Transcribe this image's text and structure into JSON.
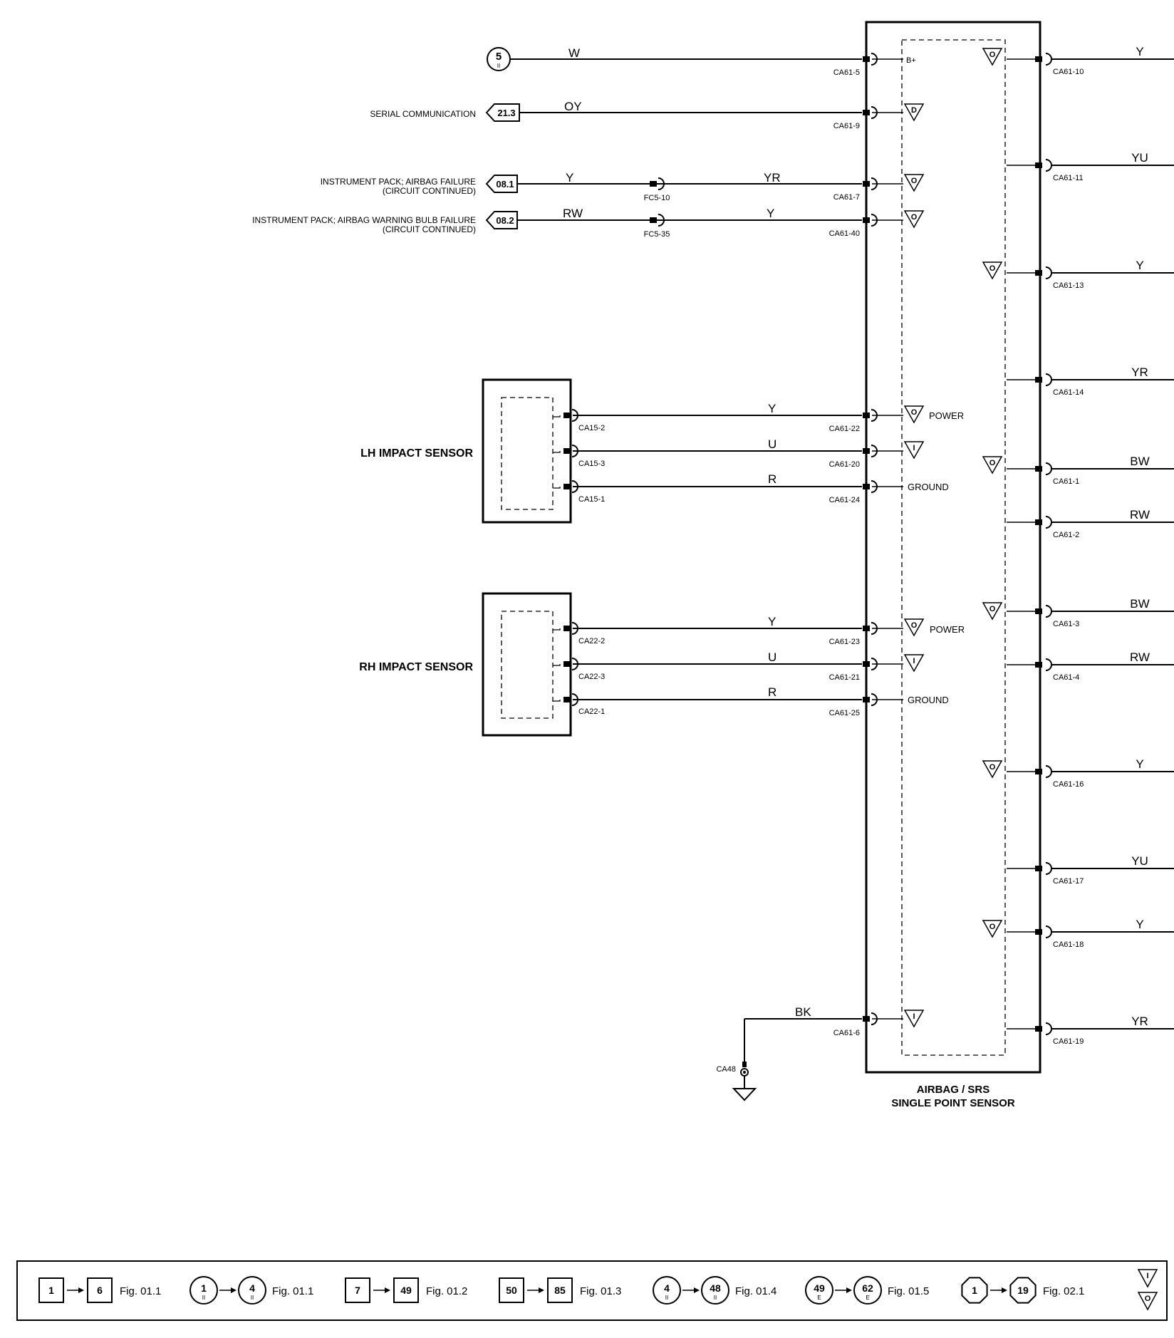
{
  "inputs": [
    {
      "wire": "W",
      "pin": "CA61-5",
      "pin_label": "B+",
      "ref_num": "5",
      "ref_sub": "II"
    },
    {
      "wire": "OY",
      "pin": "CA61-9",
      "symbol": "D",
      "label": "SERIAL COMMUNICATION",
      "ref": "21.3"
    },
    {
      "wire_left": "Y",
      "splice": "FC5-10",
      "wire_right": "YR",
      "pin": "CA61-7",
      "symbol": "O",
      "label_line1": "INSTRUMENT PACK; AIRBAG FAILURE",
      "label_line2": "(CIRCUIT CONTINUED)",
      "ref": "08.1"
    },
    {
      "wire_left": "RW",
      "splice": "FC5-35",
      "wire_right": "Y",
      "pin": "CA61-40",
      "symbol": "O",
      "label_line1": "INSTRUMENT PACK; AIRBAG WARNING BULB FAILURE",
      "label_line2": "(CIRCUIT CONTINUED)",
      "ref": "08.2"
    }
  ],
  "lh_sensor": {
    "title": "LH IMPACT SENSOR",
    "rows": [
      {
        "sensor_pin": "CA15-2",
        "wire": "Y",
        "pin": "CA61-22",
        "symbol": "O",
        "pin_label": "POWER"
      },
      {
        "sensor_pin": "CA15-3",
        "wire": "U",
        "pin": "CA61-20",
        "symbol": "I"
      },
      {
        "sensor_pin": "CA15-1",
        "wire": "R",
        "pin": "CA61-24",
        "pin_label": "GROUND"
      }
    ]
  },
  "rh_sensor": {
    "title": "RH IMPACT SENSOR",
    "rows": [
      {
        "sensor_pin": "CA22-2",
        "wire": "Y",
        "pin": "CA61-23",
        "symbol": "O",
        "pin_label": "POWER"
      },
      {
        "sensor_pin": "CA22-3",
        "wire": "U",
        "pin": "CA61-21",
        "symbol": "I"
      },
      {
        "sensor_pin": "CA22-1",
        "wire": "R",
        "pin": "CA61-25",
        "pin_label": "GROUND"
      }
    ]
  },
  "ground": {
    "wire": "BK",
    "pin": "CA61-6",
    "symbol": "I",
    "ground_point": "CA48"
  },
  "outputs": [
    {
      "pin": "CA61-10",
      "wire": "Y",
      "symbol": "O"
    },
    {
      "pin": "CA61-11",
      "wire": "YU"
    },
    {
      "pin": "CA61-13",
      "wire": "Y",
      "symbol": "O"
    },
    {
      "pin": "CA61-14",
      "wire": "YR"
    },
    {
      "pin": "CA61-1",
      "wire": "BW",
      "symbol": "O"
    },
    {
      "pin": "CA61-2",
      "wire": "RW"
    },
    {
      "pin": "CA61-3",
      "wire": "BW",
      "symbol": "O"
    },
    {
      "pin": "CA61-4",
      "wire": "RW"
    },
    {
      "pin": "CA61-16",
      "wire": "Y",
      "symbol": "O"
    },
    {
      "pin": "CA61-17",
      "wire": "YU"
    },
    {
      "pin": "CA61-18",
      "wire": "Y",
      "symbol": "O"
    },
    {
      "pin": "CA61-19",
      "wire": "YR"
    }
  ],
  "module": {
    "title_line1": "AIRBAG / SRS",
    "title_line2": "SINGLE POINT SENSOR"
  },
  "legend": {
    "items": [
      {
        "from": "1",
        "from_sub": "",
        "to": "6",
        "to_sub": "",
        "shape": "square",
        "fig": "Fig. 01.1"
      },
      {
        "from": "1",
        "from_sub": "II",
        "to": "4",
        "to_sub": "II",
        "shape": "circle",
        "fig": "Fig. 01.1"
      },
      {
        "from": "7",
        "from_sub": "",
        "to": "49",
        "to_sub": "",
        "shape": "square",
        "fig": "Fig. 01.2"
      },
      {
        "from": "50",
        "from_sub": "",
        "to": "85",
        "to_sub": "",
        "shape": "square",
        "fig": "Fig. 01.3"
      },
      {
        "from": "4",
        "from_sub": "II",
        "to": "48",
        "to_sub": "II",
        "shape": "circle",
        "fig": "Fig. 01.4"
      },
      {
        "from": "49",
        "from_sub": "E",
        "to": "62",
        "to_sub": "E",
        "shape": "circle",
        "fig": "Fig. 01.5"
      },
      {
        "from": "1",
        "from_sub": "",
        "to": "19",
        "to_sub": "",
        "shape": "octagon",
        "fig": "Fig. 02.1"
      }
    ],
    "symbols": [
      "I",
      "O"
    ]
  }
}
